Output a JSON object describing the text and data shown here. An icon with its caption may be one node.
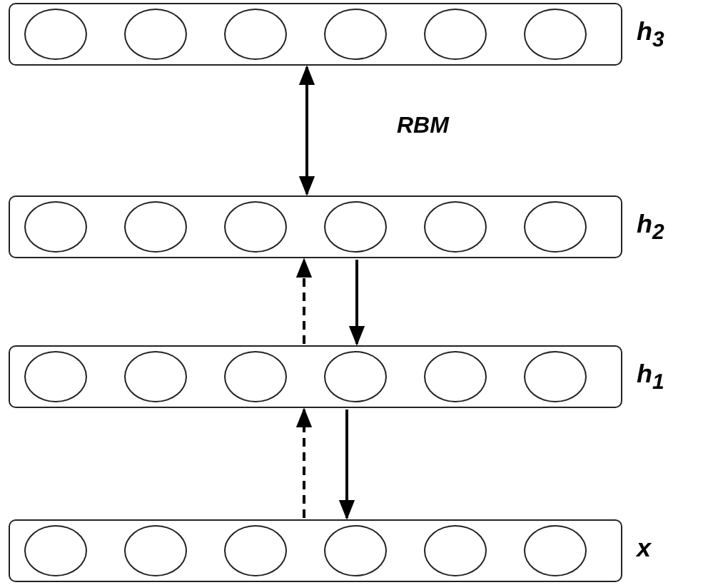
{
  "diagram": {
    "nodes": [
      {
        "text": [],
        "shape": "box",
        "beside": [
          "h$_{3}$"
        ]
      },
      {
        "text": [],
        "shape": "circle",
        "in": 0
      },
      {
        "text": [],
        "shape": "circle",
        "in": 0
      },
      {
        "text": [],
        "shape": "circle",
        "in": 0
      },
      {
        "text": [],
        "shape": "circle",
        "in": 0
      },
      {
        "text": [],
        "shape": "circle",
        "in": 0
      },
      {
        "text": [],
        "shape": "circle",
        "in": 0
      },
      {
        "text": [],
        "shape": "box",
        "beside": [
          "h$_{2}$"
        ]
      },
      {
        "text": [],
        "shape": "circle",
        "in": 7
      },
      {
        "text": [],
        "shape": "circle",
        "in": 7
      },
      {
        "text": [],
        "shape": "circle",
        "in": 7
      },
      {
        "text": [],
        "shape": "circle",
        "in": 7
      },
      {
        "text": [],
        "shape": "circle",
        "in": 7
      },
      {
        "text": [],
        "shape": "circle",
        "in": 7
      },
      {
        "text": [],
        "shape": "box",
        "beside": [
          "h$_{1}$"
        ]
      },
      {
        "text": [],
        "shape": "circle",
        "in": 14
      },
      {
        "text": [],
        "shape": "circle",
        "in": 14
      },
      {
        "text": [],
        "shape": "circle",
        "in": 14
      },
      {
        "text": [],
        "shape": "circle",
        "in": 14
      },
      {
        "text": [],
        "shape": "circle",
        "in": 14
      },
      {
        "text": [],
        "shape": "circle",
        "in": 14
      },
      {
        "text": [],
        "shape": "box",
        "beside": [
          "x"
        ]
      },
      {
        "text": [],
        "shape": "circle",
        "in": 21
      },
      {
        "text": [],
        "shape": "circle",
        "in": 21
      },
      {
        "text": [],
        "shape": "circle",
        "in": 21
      },
      {
        "text": [],
        "shape": "circle",
        "in": 21
      },
      {
        "text": [],
        "shape": "circle",
        "in": 21
      },
      {
        "text": [],
        "shape": "circle",
        "in": 21
      }
    ],
    "edges": [
      {
        "from": 0,
        "to": 7,
        "arrow": "both"
      },
      {
        "from": 14,
        "to": 7,
        "arrow": "to",
        "style": "dashed"
      },
      {
        "from": 7,
        "to": 14,
        "arrow": "to"
      },
      {
        "from": 21,
        "to": 14,
        "arrow": "to",
        "style": "dashed"
      },
      {
        "from": 14,
        "to": 21,
        "arrow": "to"
      }
    ],
    "labels": [
      "RBM"
    ]
  }
}
